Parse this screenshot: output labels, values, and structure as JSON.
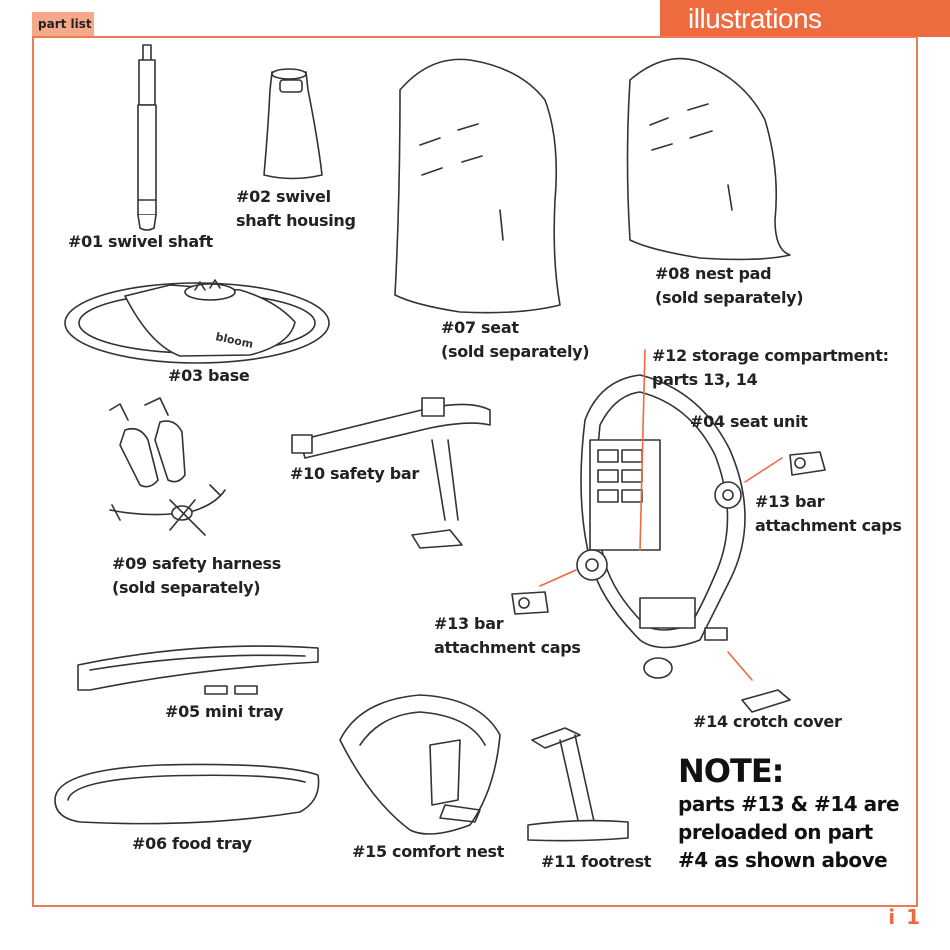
{
  "header": {
    "section_tag": "part list",
    "title": "illustrations",
    "page_number": "i 1"
  },
  "parts": [
    {
      "line1": "#01 swivel shaft"
    },
    {
      "line1": "#02 swivel",
      "line2": "shaft housing"
    },
    {
      "line1": "#03 base"
    },
    {
      "line1": "#07 seat",
      "line2": "(sold separately)"
    },
    {
      "line1": "#08 nest pad",
      "line2": "(sold separately)"
    },
    {
      "line1": "#12 storage compartment:",
      "line2": "parts 13, 14"
    },
    {
      "line1": "#04 seat unit"
    },
    {
      "line1": "#10 safety bar"
    },
    {
      "line1": "#13 bar",
      "line2": "attachment caps"
    },
    {
      "line1": "#09 safety harness",
      "line2": "(sold separately)"
    },
    {
      "line1": "#13 bar",
      "line2": "attachment caps"
    },
    {
      "line1": "#05 mini tray"
    },
    {
      "line1": "#14 crotch cover"
    },
    {
      "line1": "#06 food tray"
    },
    {
      "line1": "#15 comfort nest"
    },
    {
      "line1": "#11 footrest"
    }
  ],
  "note": {
    "title": "NOTE:",
    "lines": [
      "parts #13 & #14 are",
      "preloaded on part",
      "#4 as shown above"
    ]
  },
  "base_logo": "bloom",
  "colors": {
    "accent": "#ee6a3f",
    "tag_bg": "#f5a98a",
    "frame": "#ee7b53"
  }
}
